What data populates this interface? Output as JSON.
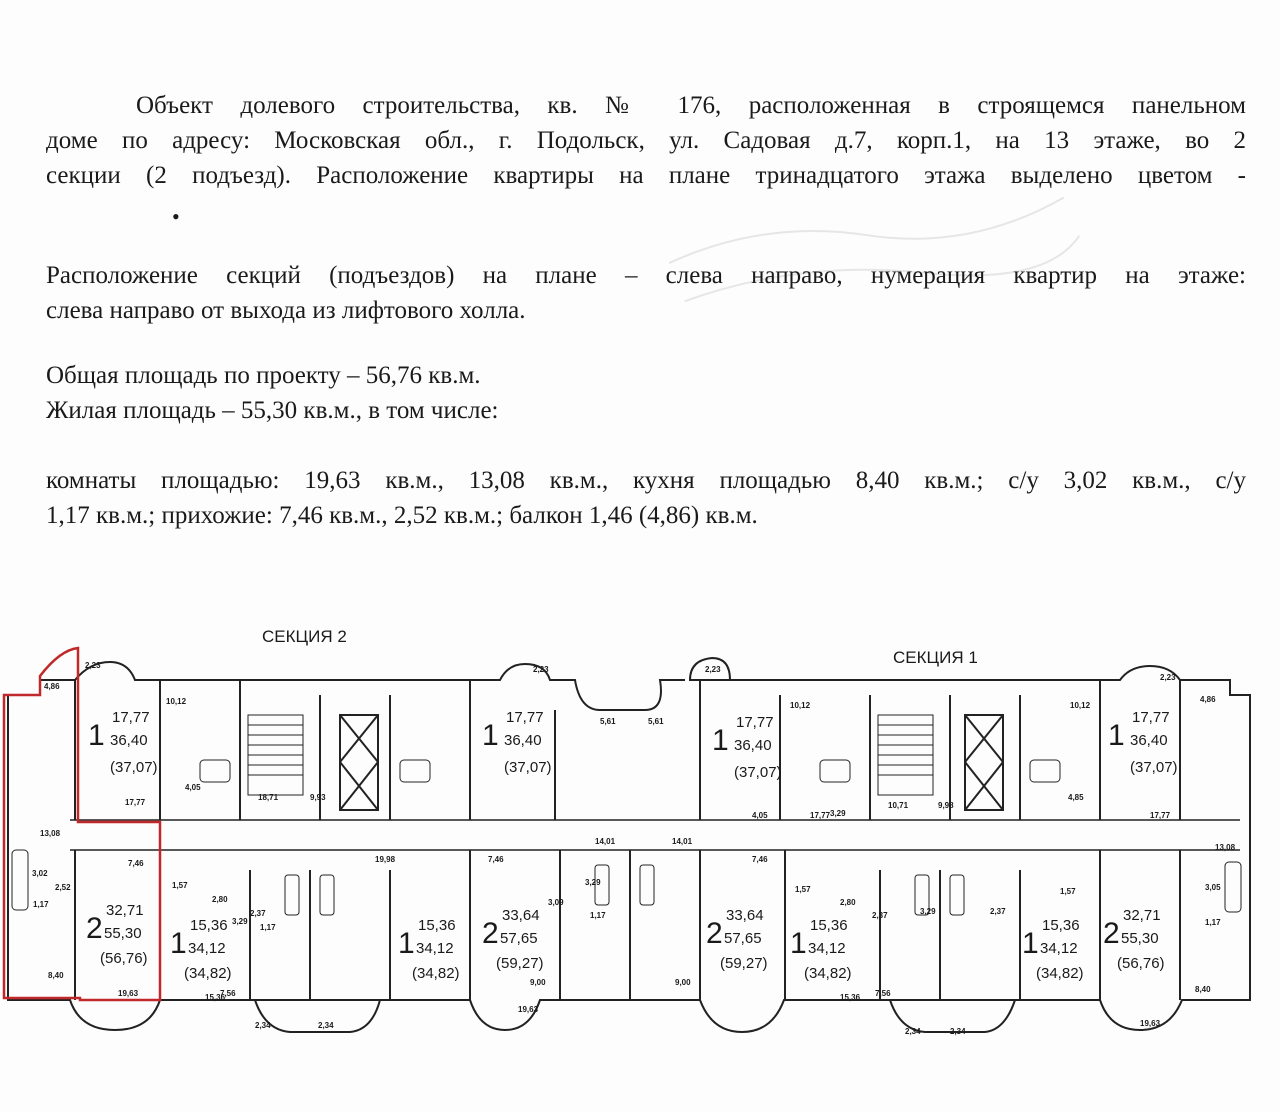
{
  "paragraph_1": {
    "line_1": "Объект долевого строительства, кв. № 176, расположенная в строящемся панельном",
    "line_2": "доме по адресу: Московская обл., г. Подольск, ул. Садовая д.7, корп.1,  на 13 этаже, во 2",
    "line_3": "секции (2 подъезд). Расположение квартиры на плане тринадцатого этажа выделено цветом -"
  },
  "paragraph_2": {
    "line_1": "Расположение секций (подъездов) на плане – слева направо, нумерация квартир на этаже:",
    "line_2": "слева направо от выхода из лифтового холла."
  },
  "area": {
    "total": "Общая площадь по проекту – 56,76  кв.м.",
    "living": "Жилая площадь – 55,30 кв.м., в том числе:"
  },
  "rooms": {
    "line_1": "комнаты площадью: 19,63 кв.м., 13,08 кв.м., кухня площадью 8,40 кв.м.;  с/у 3,02 кв.м., с/у",
    "line_2": "1,17 кв.м.; прихожие: 7,46 кв.м., 2,52 кв.м.;  балкон 1,46 (4,86) кв.м."
  },
  "plan": {
    "section_2_label": "СЕКЦИЯ 2",
    "section_1_label": "СЕКЦИЯ 1",
    "highlight_color": "#c0282a",
    "apartments_top": [
      {
        "rooms": "1",
        "living": "17,77",
        "total": "36,40",
        "total_balcony": "(37,07)"
      },
      {
        "rooms": "1",
        "living": "17,77",
        "total": "36,40",
        "total_balcony": "(37,07)"
      },
      {
        "rooms": "1",
        "living": "17,77",
        "total": "36,40",
        "total_balcony": "(37,07)"
      },
      {
        "rooms": "1",
        "living": "17,77",
        "total": "36,40",
        "total_balcony": "(37,07)"
      }
    ],
    "apartments_bottom": [
      {
        "rooms": "2",
        "living": "32,71",
        "total": "55,30",
        "total_balcony": "(56,76)"
      },
      {
        "rooms": "1",
        "living": "15,36",
        "total": "34,12",
        "total_balcony": "(34,82)"
      },
      {
        "rooms": "1",
        "living": "15,36",
        "total": "34,12",
        "total_balcony": "(34,82)"
      },
      {
        "rooms": "2",
        "living": "33,64",
        "total": "57,65",
        "total_balcony": "(59,27)"
      },
      {
        "rooms": "2",
        "living": "33,64",
        "total": "57,65",
        "total_balcony": "(59,27)"
      },
      {
        "rooms": "1",
        "living": "15,36",
        "total": "34,12",
        "total_balcony": "(34,82)"
      },
      {
        "rooms": "1",
        "living": "15,36",
        "total": "34,12",
        "total_balcony": "(34,82)"
      },
      {
        "rooms": "2",
        "living": "32,71",
        "total": "55,30",
        "total_balcony": "(56,76)"
      }
    ],
    "small_labels": [
      "2,23",
      "4,86",
      "10,12",
      "17,77",
      "13,08",
      "3,02",
      "2,52",
      "1,17",
      "7,46",
      "8,40",
      "19,63",
      "1,57",
      "2,80",
      "2,37",
      "1,17",
      "3,29",
      "18,71",
      "9,93",
      "4,05",
      "15,36",
      "7,56",
      "2,34",
      "2,34",
      "2,23",
      "5,61",
      "5,61",
      "14,01",
      "14,01",
      "3,29",
      "3,09",
      "1,17",
      "9,00",
      "9,00",
      "19,63",
      "2,23",
      "10,12",
      "4,05",
      "17,77",
      "3,29",
      "10,71",
      "9,98",
      "10,12",
      "4,85",
      "17,77",
      "1,57",
      "2,80",
      "2,37",
      "3,29",
      "2,37",
      "15,36",
      "7,56",
      "2,34",
      "2,34",
      "13,08",
      "3,05",
      "1,17",
      "8,40",
      "19,63",
      "2,23",
      "4,86",
      "19,98",
      "1,57",
      "7,46",
      "7,46"
    ]
  }
}
